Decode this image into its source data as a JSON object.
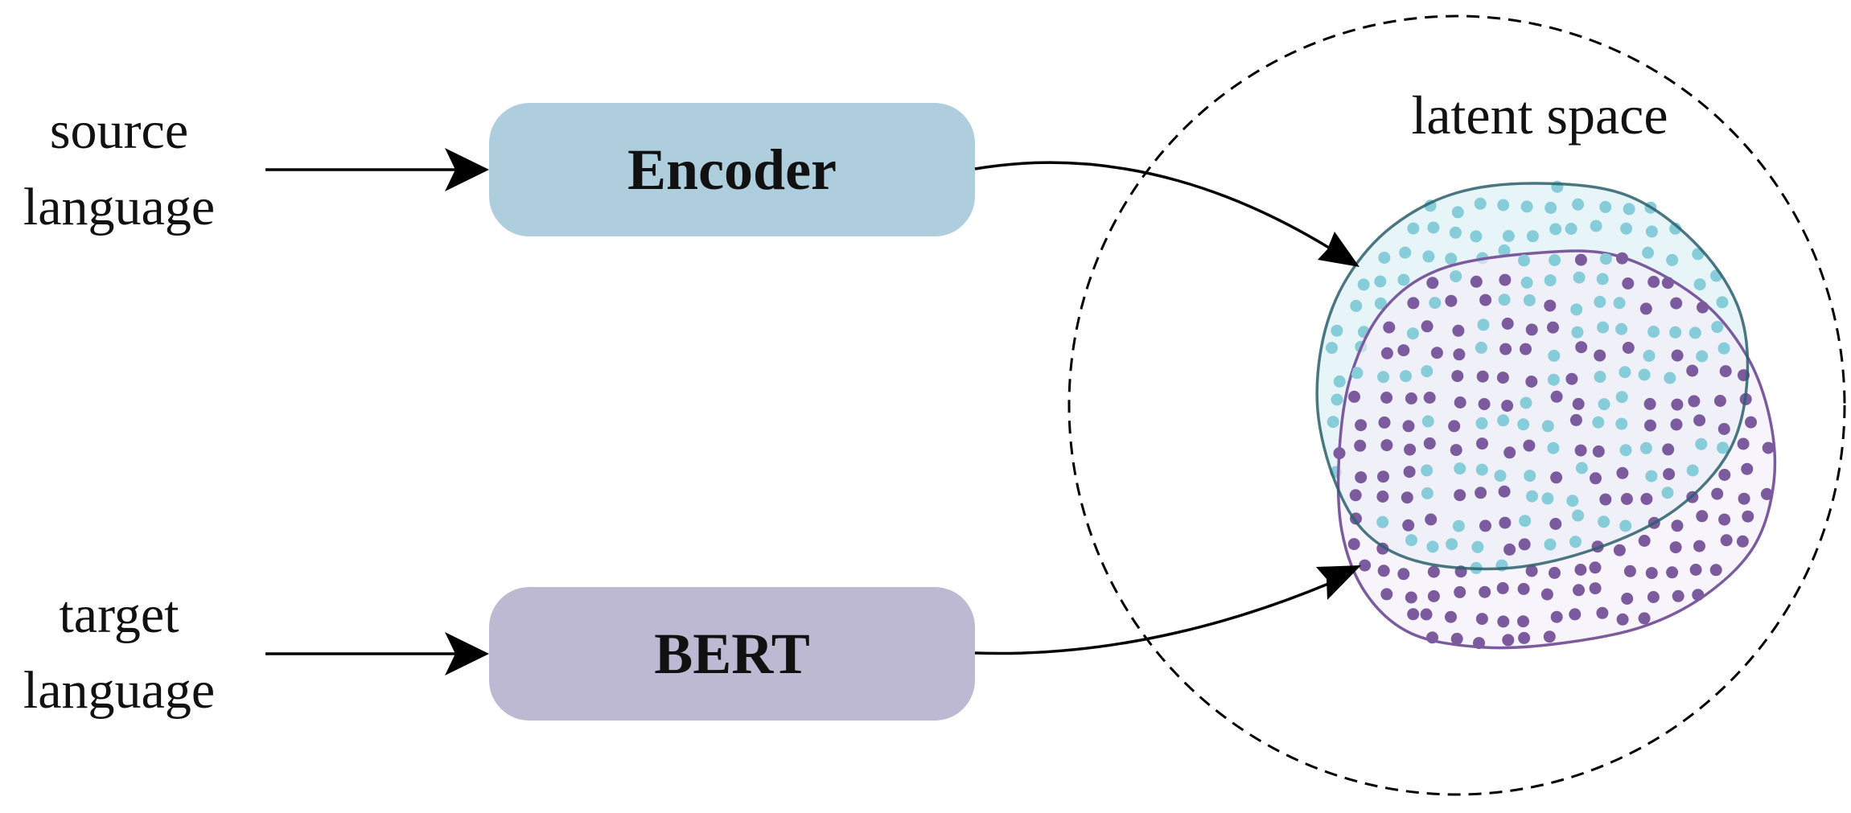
{
  "inputs": {
    "source": {
      "line1": "source",
      "line2": "language"
    },
    "target": {
      "line1": "target",
      "line2": "language"
    }
  },
  "blocks": {
    "encoder": {
      "label": "Encoder",
      "color": "#aecddd"
    },
    "bert": {
      "label": "BERT",
      "color": "#bdb9d3"
    }
  },
  "latent_space": {
    "label": "latent space",
    "source_region": {
      "stroke": "#2c5f6b",
      "fill": "#e8f5f8",
      "dot_color": "#86ccd9"
    },
    "target_region": {
      "stroke": "#7b5a9e",
      "fill": "#f3eef8",
      "dot_color": "#7b5a9e"
    }
  }
}
